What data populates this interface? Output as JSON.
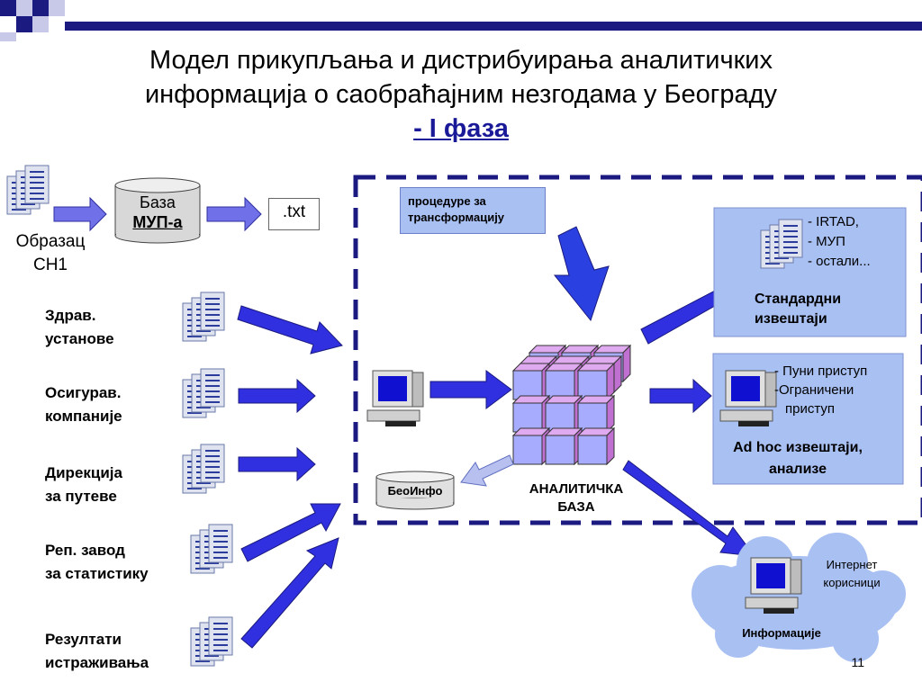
{
  "title": {
    "line1": "Модел прикупљања и дистрибуирања аналитичких",
    "line2": "информација о саобраћајним незгодама у Београду",
    "line3": "- I фаза"
  },
  "sources": {
    "obrazac": "Образац СН1",
    "baza_mup_line1": "База",
    "baza_mup_line2": "МУП-а",
    "txt": ".txt",
    "items": [
      {
        "line1": "Здрав.",
        "line2": "установе"
      },
      {
        "line1": "Осигурав.",
        "line2": "компаније"
      },
      {
        "line1": "Дирекција",
        "line2": "за путеве"
      },
      {
        "line1": "Реп. завод",
        "line2": "за статистику"
      },
      {
        "line1": "Резултати",
        "line2": "истраживања"
      }
    ]
  },
  "procedures": {
    "line1": "процедуре за",
    "line2": "трансформацију"
  },
  "analytic_db": {
    "line1": "АНАЛИТИЧКА",
    "line2": "БАЗА"
  },
  "beoinfo": "БеоИнфо",
  "standard_reports": {
    "items": [
      "- IRTAD,",
      "- МУП",
      "- остали..."
    ],
    "title_line1": "Стандардни",
    "title_line2": "извештаји"
  },
  "adhoc": {
    "items": [
      "- Пуни приступ",
      "-Ограничени",
      "приступ"
    ],
    "title_line1": "Ad hoc извештаји,",
    "title_line2": "анализе"
  },
  "internet": {
    "line1": "Интернет",
    "line2": "корисници",
    "info": "Информације"
  },
  "page_number": "11",
  "colors": {
    "title_accent": "#1a1a99",
    "arrow": "#2a2ad8",
    "panel": "#a9c0f3",
    "cube": "#a8acff"
  }
}
